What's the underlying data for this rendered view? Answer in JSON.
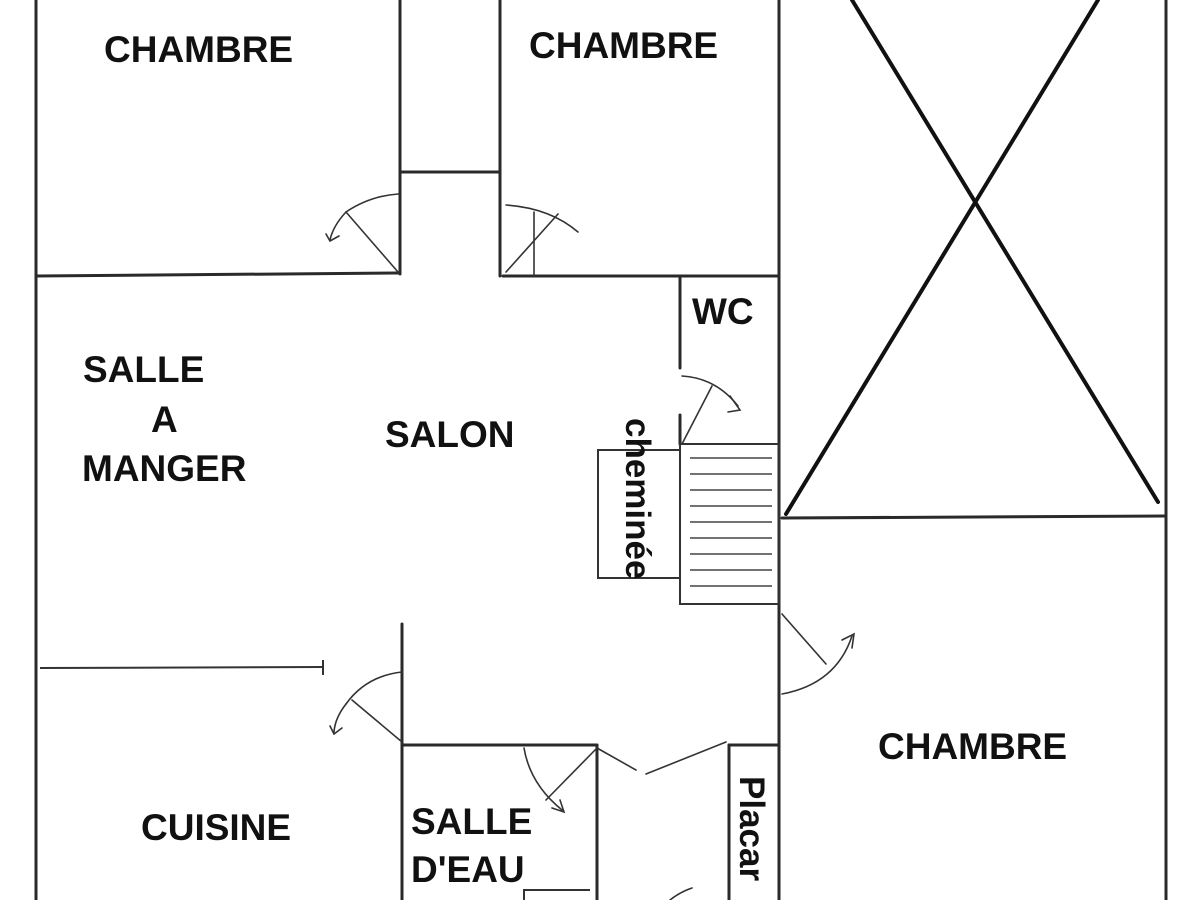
{
  "rooms": {
    "bedroom_top_left": "CHAMBRE",
    "bedroom_top_middle": "CHAMBRE",
    "bedroom_bottom_right": "CHAMBRE",
    "wc": "WC",
    "dining_line1": "SALLE",
    "dining_line2": "A",
    "dining_line3": "MANGER",
    "living_room": "SALON",
    "fireplace": "cheminée",
    "kitchen": "CUISINE",
    "shower_line1": "SALLE",
    "shower_line2": "D'EAU",
    "closet": "Placar"
  }
}
